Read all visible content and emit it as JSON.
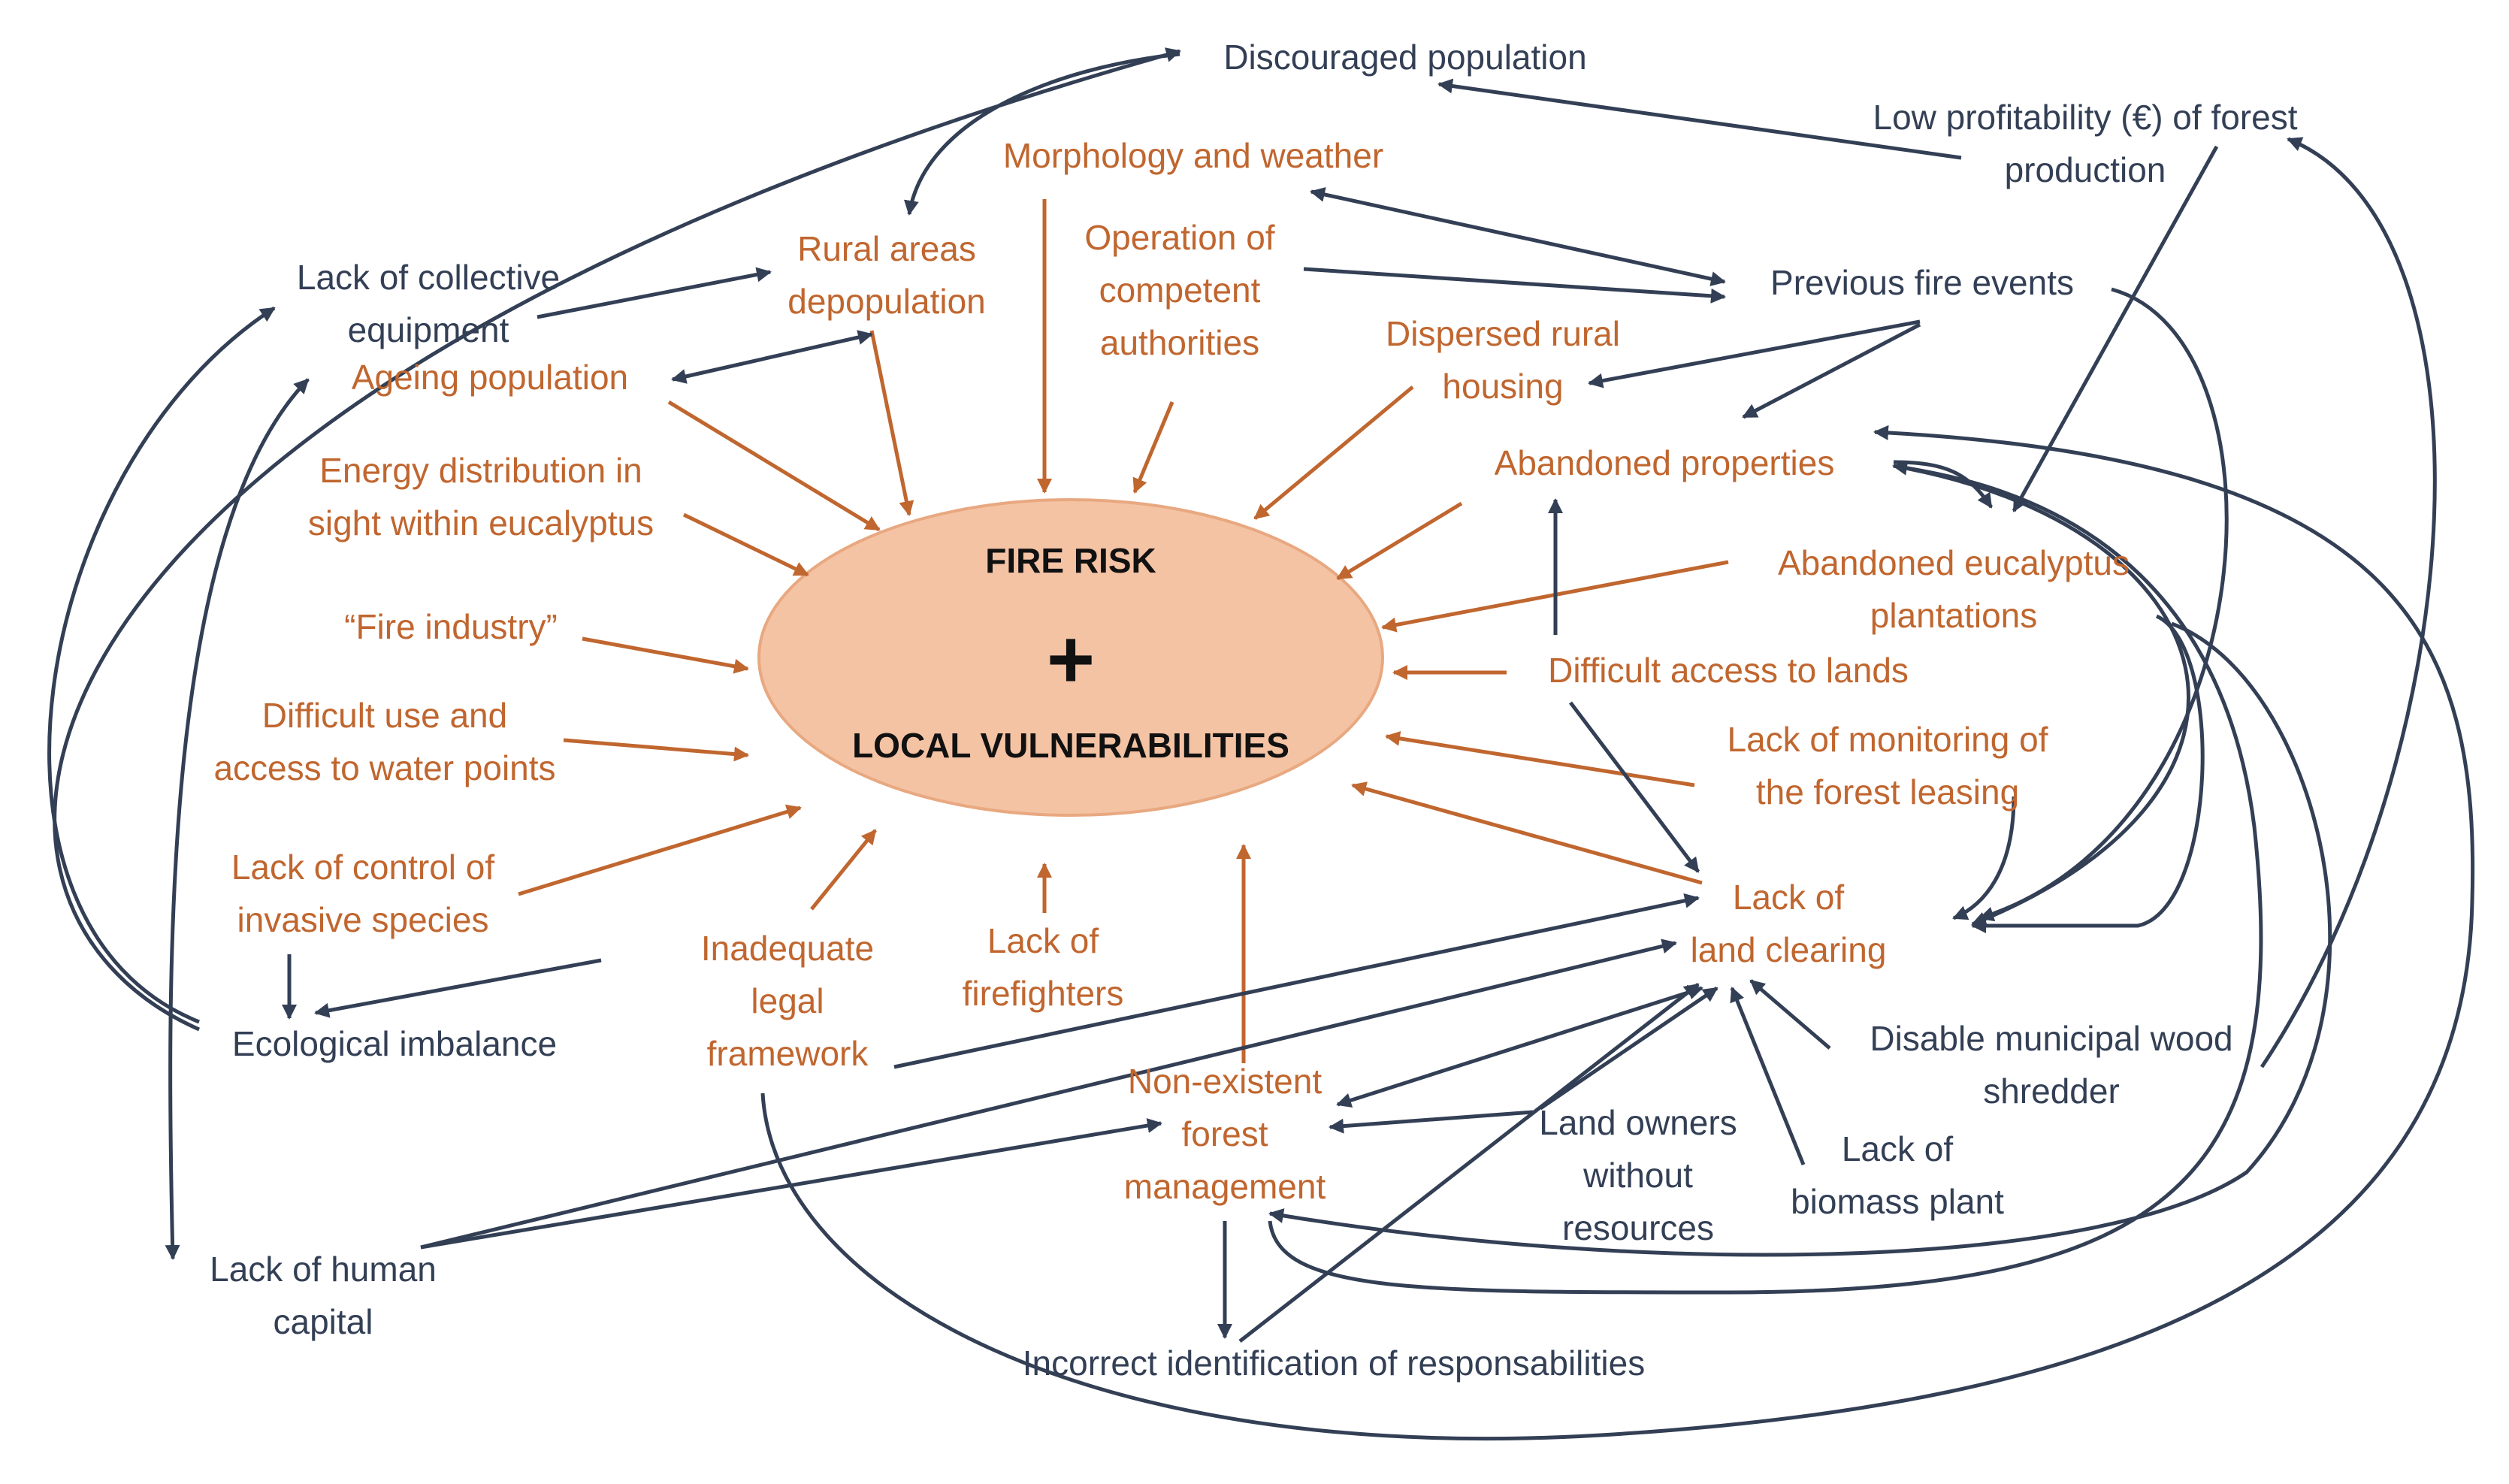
{
  "colors": {
    "orange": "#C0662F",
    "dark": "#333F55",
    "ellipse_fill": "#F4C3A4",
    "ellipse_stroke": "#E8A880"
  },
  "center": {
    "line1": "FIRE RISK",
    "plus": "+",
    "line2": "LOCAL VULNERABILITIES"
  },
  "nodes": {
    "discouraged_population": {
      "lines": [
        "Discouraged population"
      ],
      "color": "dark"
    },
    "low_profitability": {
      "lines": [
        "Low profitability (€) of forest",
        "production"
      ],
      "color": "dark"
    },
    "morphology_weather": {
      "lines": [
        "Morphology and weather"
      ],
      "color": "orange"
    },
    "rural_depopulation": {
      "lines": [
        "Rural areas",
        "depopulation"
      ],
      "color": "orange"
    },
    "operation_authorities": {
      "lines": [
        "Operation of",
        "competent",
        "authorities"
      ],
      "color": "orange"
    },
    "previous_fire_events": {
      "lines": [
        "Previous fire events"
      ],
      "color": "dark"
    },
    "lack_collective_equipment": {
      "lines": [
        "Lack of collective",
        "equipment"
      ],
      "color": "dark"
    },
    "dispersed_rural_housing": {
      "lines": [
        "Dispersed rural",
        "housing"
      ],
      "color": "orange"
    },
    "ageing_population": {
      "lines": [
        "Ageing population"
      ],
      "color": "orange"
    },
    "abandoned_properties": {
      "lines": [
        "Abandoned properties"
      ],
      "color": "orange"
    },
    "energy_distribution": {
      "lines": [
        "Energy distribution in",
        "sight within eucalyptus"
      ],
      "color": "orange"
    },
    "abandoned_eucalyptus": {
      "lines": [
        "Abandoned eucalyptus",
        "plantations"
      ],
      "color": "orange"
    },
    "fire_industry": {
      "lines": [
        "“Fire industry”"
      ],
      "color": "orange"
    },
    "difficult_access_lands": {
      "lines": [
        "Difficult access to lands"
      ],
      "color": "orange"
    },
    "difficult_water": {
      "lines": [
        "Difficult use and",
        "access to water points"
      ],
      "color": "orange"
    },
    "lack_monitoring": {
      "lines": [
        "Lack of monitoring of",
        "the forest leasing"
      ],
      "color": "orange"
    },
    "lack_invasive_control": {
      "lines": [
        "Lack of control of",
        "invasive species"
      ],
      "color": "orange"
    },
    "lack_land_clearing": {
      "lines": [
        "Lack of",
        "land clearing"
      ],
      "color": "orange"
    },
    "inadequate_legal": {
      "lines": [
        "Inadequate",
        "legal",
        "framework"
      ],
      "color": "orange"
    },
    "lack_firefighters": {
      "lines": [
        "Lack of",
        "firefighters"
      ],
      "color": "orange"
    },
    "ecological_imbalance": {
      "lines": [
        "Ecological imbalance"
      ],
      "color": "dark"
    },
    "disable_shredder": {
      "lines": [
        "Disable municipal wood",
        "shredder"
      ],
      "color": "dark"
    },
    "non_existent_management": {
      "lines": [
        "Non-existent",
        "forest",
        "management"
      ],
      "color": "orange"
    },
    "land_owners": {
      "lines": [
        "Land owners",
        "without",
        "resources"
      ],
      "color": "dark"
    },
    "lack_biomass": {
      "lines": [
        "Lack of",
        "biomass plant"
      ],
      "color": "dark"
    },
    "lack_human_capital": {
      "lines": [
        "Lack of human",
        "capital"
      ],
      "color": "dark"
    },
    "incorrect_identification": {
      "lines": [
        "Incorrect identification of responsabilities"
      ],
      "color": "dark"
    }
  }
}
